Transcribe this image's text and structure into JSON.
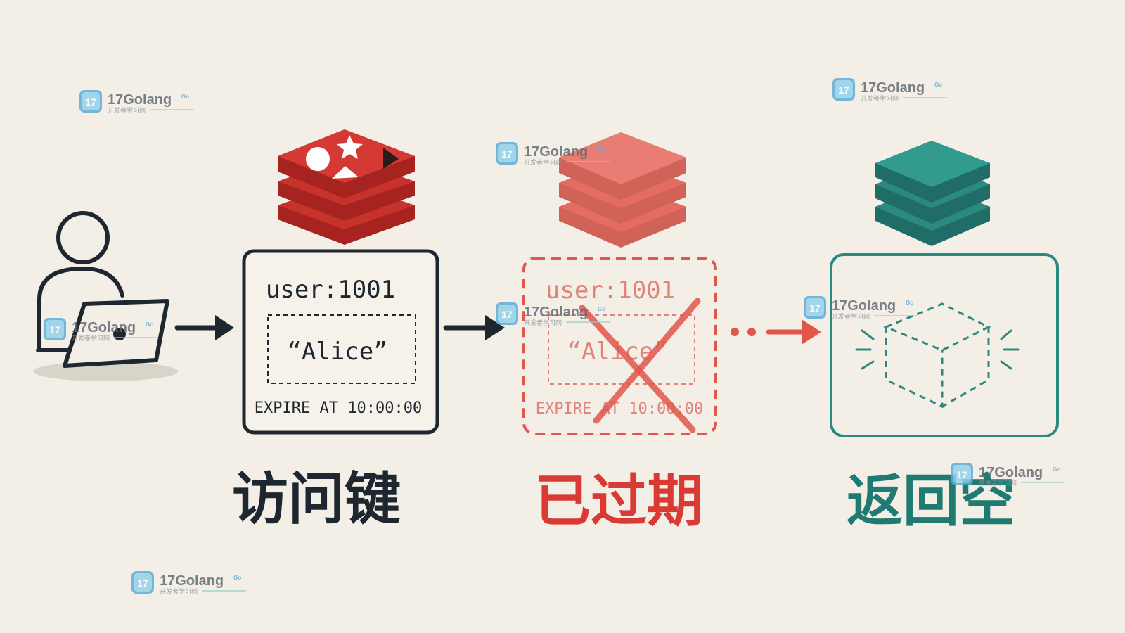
{
  "watermark": {
    "brand": "17Golang",
    "tag": "Go",
    "sub": "开发者学习网",
    "badge": "17"
  },
  "stage1": {
    "key": "user:1001",
    "value": "“Alice”",
    "expire": "EXPIRE AT 10:00:00",
    "caption": "访问键"
  },
  "stage2": {
    "key": "user:1001",
    "value": "“Alice”",
    "expire": "EXPIRE AT 10:00:00",
    "caption": "已过期"
  },
  "stage3": {
    "caption": "返回空"
  },
  "colors": {
    "background": "#f3efe6",
    "ink": "#1e2630",
    "redis_red": "#c8322d",
    "faded_red": "#e3564c",
    "teal": "#2a8a80"
  }
}
